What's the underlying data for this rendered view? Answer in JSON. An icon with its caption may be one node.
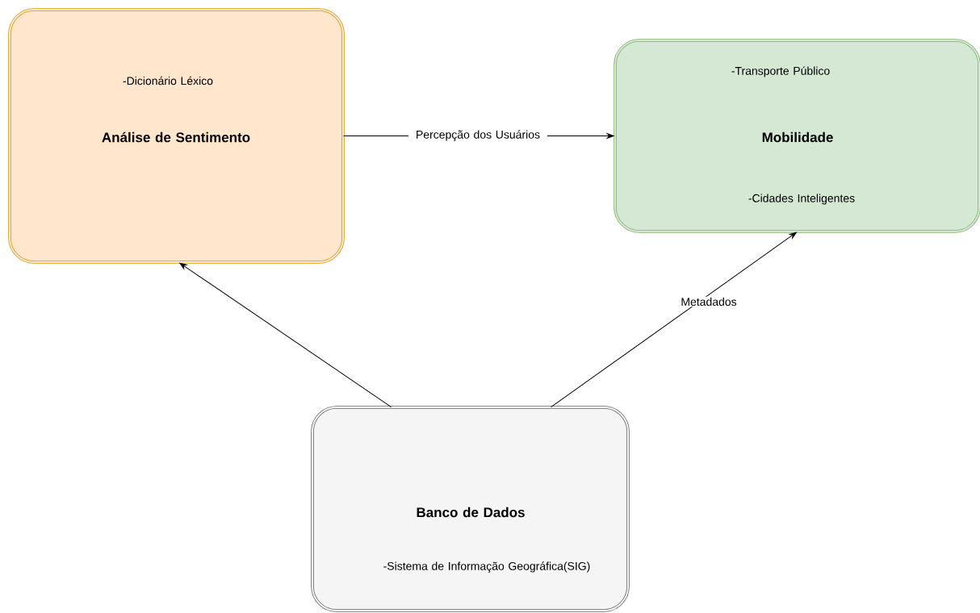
{
  "diagram": {
    "nodes": [
      {
        "text": [
          "-Dicionário Léxico",
          "Análise de Sentimento"
        ]
      },
      {
        "text": [
          "-Transporte Público",
          "Mobilidade",
          "-Cidades Inteligentes"
        ]
      },
      {
        "text": [
          "Banco de Dados",
          "-Sistema de Informação Geográfica(SIG)"
        ]
      }
    ],
    "edges": [
      {
        "from": 0,
        "to": 1,
        "arrow": "to",
        "label": "Percepção dos Usuários"
      },
      {
        "from": 2,
        "to": 0,
        "arrow": "to"
      },
      {
        "from": 2,
        "to": 1,
        "arrow": "to",
        "label": "Metadados"
      }
    ]
  }
}
